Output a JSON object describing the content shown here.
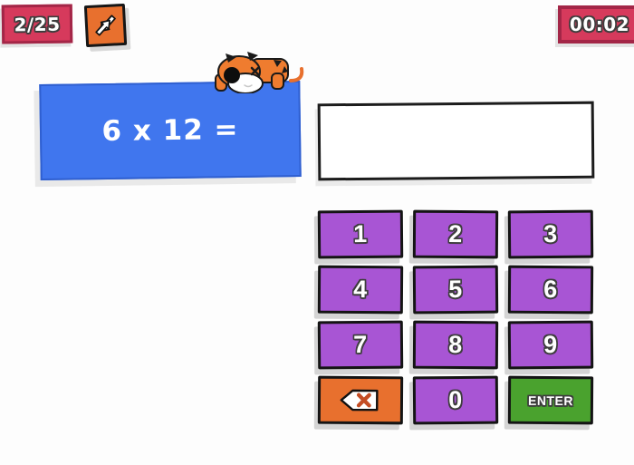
{
  "header": {
    "question_counter": "2/25",
    "timer": "00:02",
    "shrink_icon": "shrink-arrows-icon"
  },
  "question": {
    "text": "6 x 12 ="
  },
  "answer": {
    "value": "",
    "placeholder": ""
  },
  "keypad": {
    "digits": [
      "1",
      "2",
      "3",
      "4",
      "5",
      "6",
      "7",
      "8",
      "9"
    ],
    "zero_label": "0",
    "enter_label": "ENTER",
    "backspace_icon": "backspace-icon"
  },
  "mascot": {
    "name": "tiger",
    "style": "cartoon tiger peeking over question panel"
  },
  "colors": {
    "badge_pink": "#d63a5c",
    "badge_pink_border": "#a32647",
    "panel_blue": "#4076ee",
    "key_purple": "#a855d4",
    "accent_orange": "#e8702e",
    "enter_green": "#4aa22e",
    "background": "#fdfdfd"
  }
}
